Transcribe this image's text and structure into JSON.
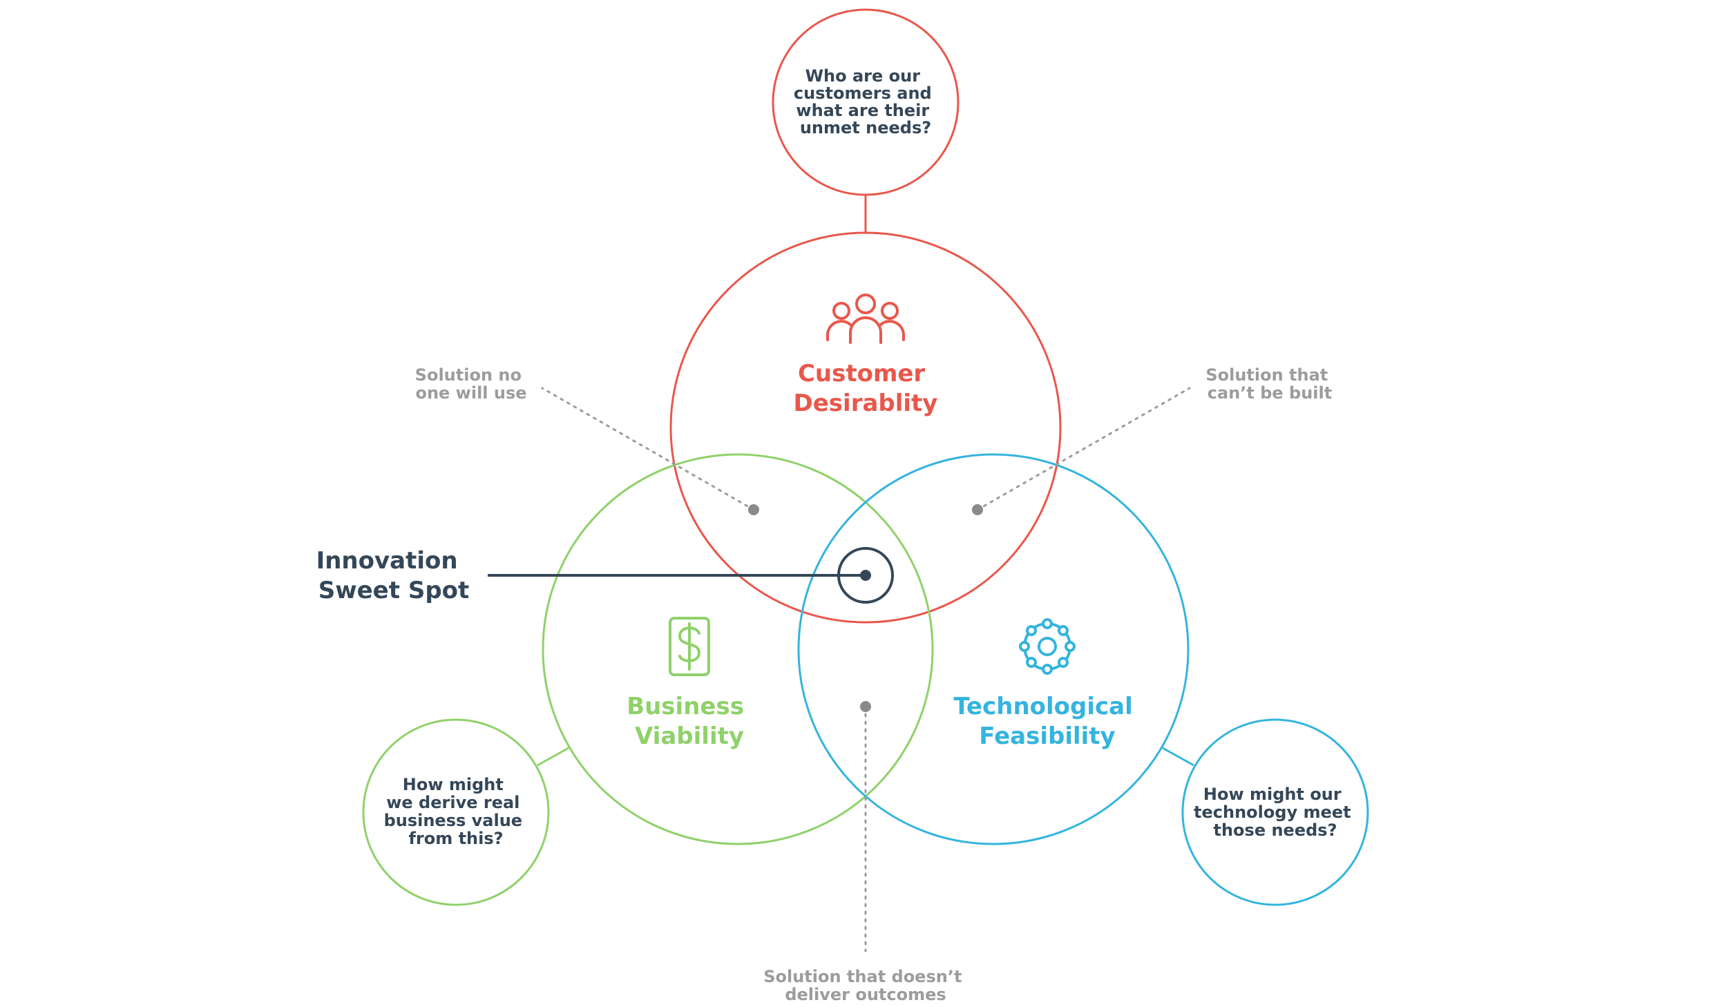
{
  "colors": {
    "customer": "#e8574b",
    "business": "#8fd16a",
    "technology": "#34b4de",
    "dark": "#344758",
    "note": "#9c9c9c"
  },
  "questions": {
    "customer": [
      "Who are our",
      "customers and",
      "what are their",
      "unmet needs?"
    ],
    "business": [
      "How might",
      "we derive real",
      "business value",
      "from this?"
    ],
    "technology": [
      "How might our",
      "technology meet",
      "those needs?"
    ]
  },
  "circles": {
    "customer": {
      "title": [
        "Customer",
        "Desirablity"
      ],
      "icon": "people-icon"
    },
    "business": {
      "title": [
        "Business",
        "Viability"
      ],
      "icon": "dollar-phone-icon"
    },
    "technology": {
      "title": [
        "Technological",
        "Feasibility"
      ],
      "icon": "gear-network-icon"
    }
  },
  "notes": {
    "no_one_use": [
      "Solution no",
      "one will use"
    ],
    "cant_build": [
      "Solution that",
      "can’t be built"
    ],
    "no_outcomes": [
      "Solution that doesn’t",
      "deliver outcomes"
    ]
  },
  "sweet_spot": [
    "Innovation",
    "Sweet Spot"
  ]
}
